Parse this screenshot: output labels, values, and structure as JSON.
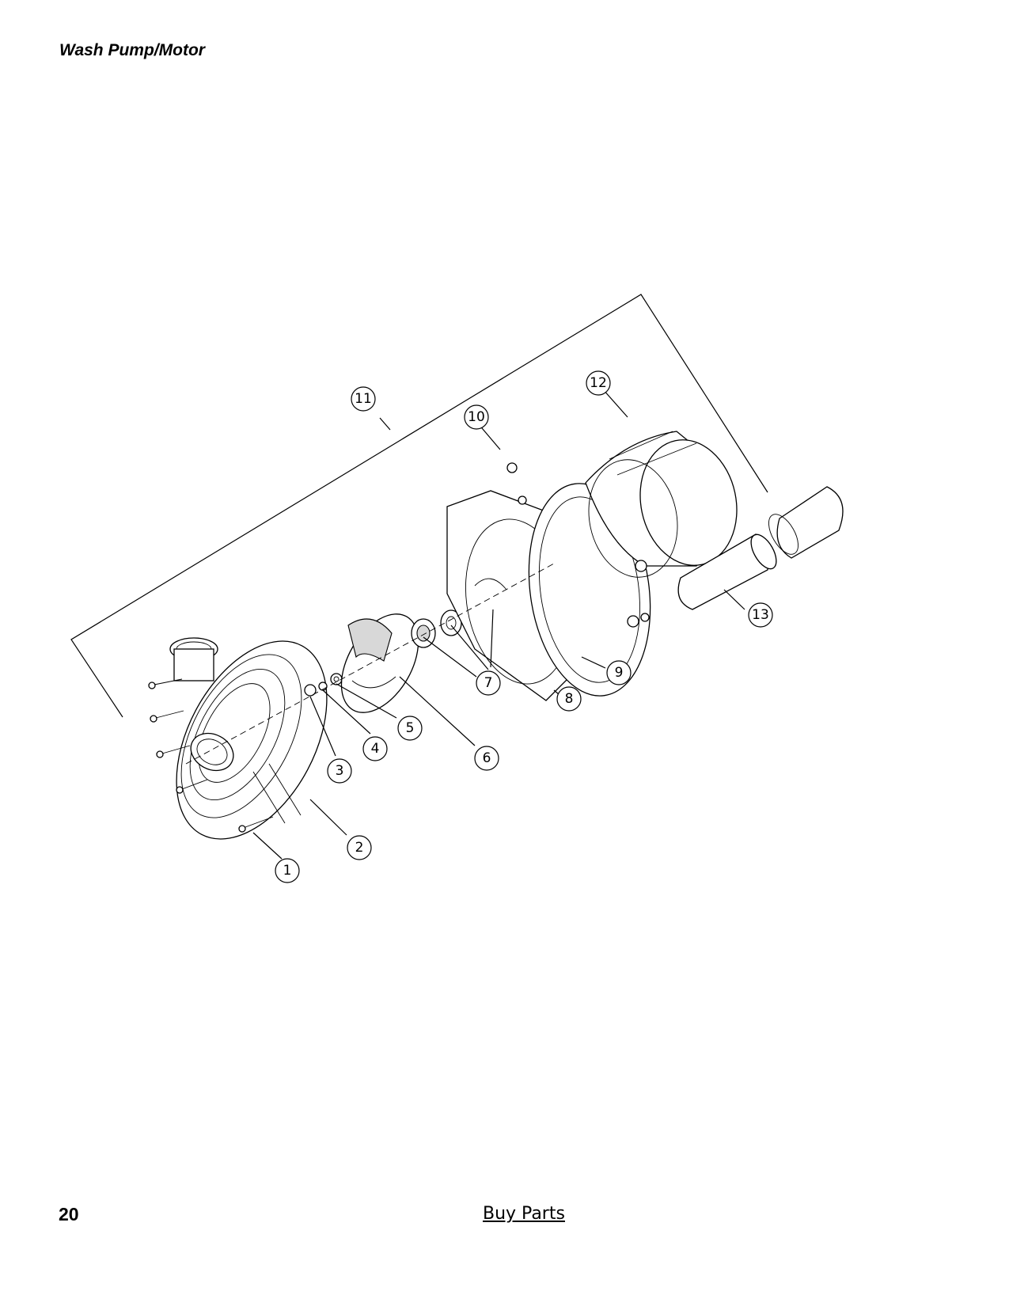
{
  "header": {
    "title": "Wash Pump/Motor"
  },
  "footer": {
    "page_number": "20",
    "link_label": "Buy Parts"
  },
  "diagram": {
    "callouts": [
      {
        "id": "1",
        "label": "1"
      },
      {
        "id": "2",
        "label": "2"
      },
      {
        "id": "3",
        "label": "3"
      },
      {
        "id": "4",
        "label": "4"
      },
      {
        "id": "5",
        "label": "5"
      },
      {
        "id": "6",
        "label": "6"
      },
      {
        "id": "7",
        "label": "7"
      },
      {
        "id": "8",
        "label": "8"
      },
      {
        "id": "9",
        "label": "9"
      },
      {
        "id": "10",
        "label": "10"
      },
      {
        "id": "11",
        "label": "11"
      },
      {
        "id": "12",
        "label": "12"
      },
      {
        "id": "13",
        "label": "13"
      }
    ]
  }
}
